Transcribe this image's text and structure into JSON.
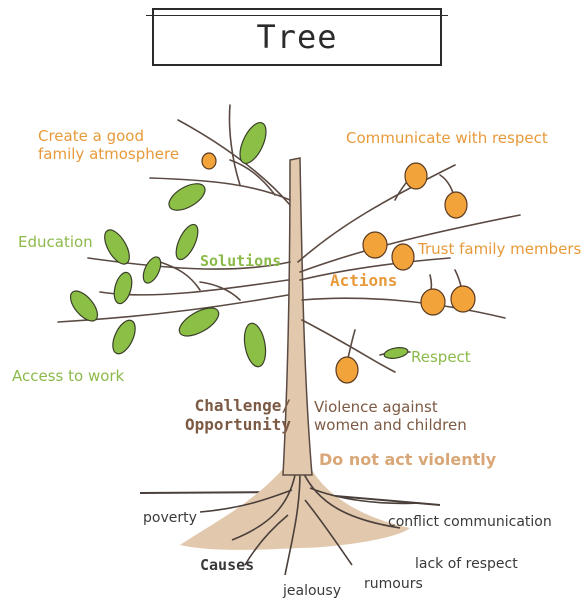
{
  "title": "Tree",
  "parts": {
    "solutions": "Solutions",
    "actions": "Actions",
    "challenge_line1": "Challenge/",
    "challenge_line2": "Opportunity",
    "causes": "Causes"
  },
  "solutions": {
    "family_atmosphere_line1": "Create a good",
    "family_atmosphere_line2": "family atmosphere",
    "education": "Education",
    "access_to_work": "Access to work"
  },
  "actions": {
    "communicate": "Communicate with respect",
    "trust": "Trust family members",
    "respect": "Respect"
  },
  "challenge": {
    "violence_line1": "Violence against",
    "violence_line2": "women and children",
    "slogan": "Do not act violently"
  },
  "causes": {
    "poverty": "poverty",
    "conflict": "conflict communication",
    "lack_of_respect": "lack of respect",
    "rumours": "rumours",
    "jealousy": "jealousy"
  },
  "colors": {
    "trunk": "#e2c9ad",
    "fruit": "#f2a33a",
    "leaf": "#8cbf45",
    "branch": "#5a4a42",
    "solutions_text": "#8cba4a",
    "actions_text": "#e79a3a",
    "challenge_text": "#7c5a44"
  }
}
